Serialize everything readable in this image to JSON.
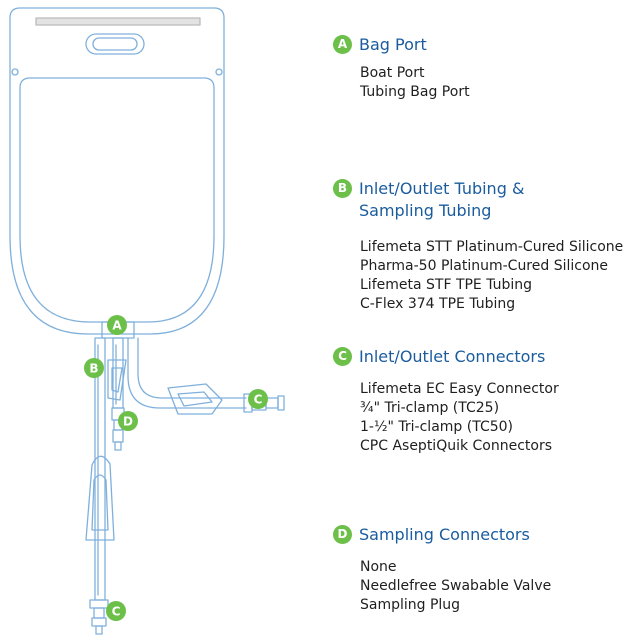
{
  "colors": {
    "accent": "#6cc04a",
    "title": "#1a5c9e",
    "outline": "#7fb0dc"
  },
  "sections": [
    {
      "letter": "A",
      "title_lines": [
        "Bag Port"
      ],
      "items": [
        "Boat Port",
        "Tubing Bag Port"
      ]
    },
    {
      "letter": "B",
      "title_lines": [
        "Inlet/Outlet Tubing &",
        "Sampling Tubing"
      ],
      "items": [
        "Lifemeta STT Platinum-Cured Silicone",
        "Pharma-50 Platinum-Cured Silicone",
        "Lifemeta STF TPE Tubing",
        "C-Flex 374 TPE Tubing"
      ]
    },
    {
      "letter": "C",
      "title_lines": [
        "Inlet/Outlet Connectors"
      ],
      "items": [
        "Lifemeta EC Easy Connector",
        "¾\" Tri-clamp (TC25)",
        "1-½\" Tri-clamp (TC50)",
        "CPC AseptiQuik Connectors"
      ]
    },
    {
      "letter": "D",
      "title_lines": [
        "Sampling Connectors"
      ],
      "items": [
        "None",
        "Needlefree Swabable Valve",
        "Sampling Plug"
      ]
    }
  ],
  "diagram_markers": [
    "A",
    "B",
    "C",
    "D",
    "C"
  ]
}
